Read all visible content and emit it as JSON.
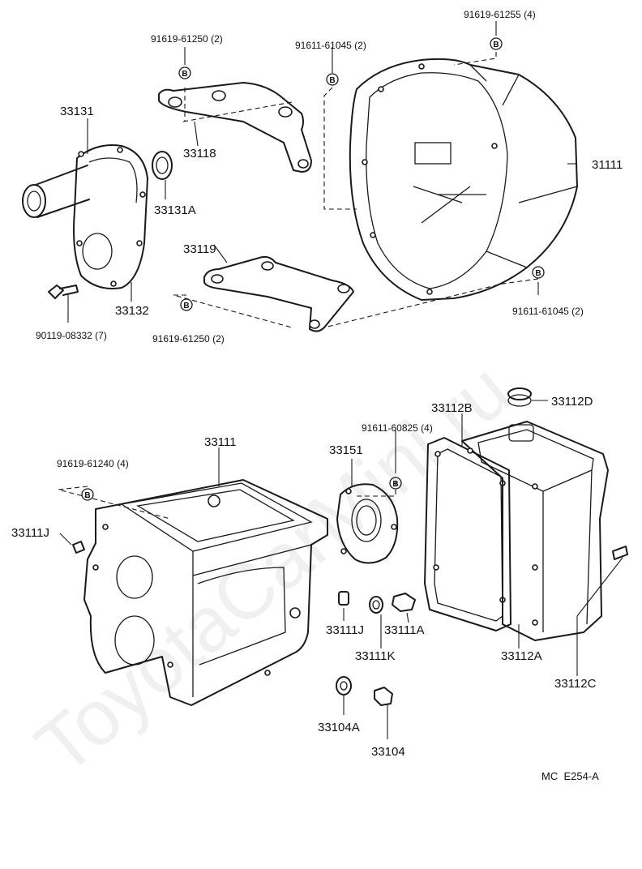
{
  "watermark": "ToyotaCarMini.ru",
  "ref_code": "MC  E254-A",
  "badge_letter": "B",
  "parts": {
    "p33131": "33131",
    "p33131A": "33131A",
    "p33132": "33132",
    "p33118": "33118",
    "p33119": "33119",
    "p31111": "31111",
    "p33111": "33111",
    "p33111J_left": "33111J",
    "p33151": "33151",
    "p33112B": "33112B",
    "p33112D": "33112D",
    "p33111J_mid": "33111J",
    "p33111A": "33111A",
    "p33111K": "33111K",
    "p33112A": "33112A",
    "p33112C": "33112C",
    "p33104A": "33104A",
    "p33104": "33104"
  },
  "fasteners": {
    "f1": "91619-61250 (2)",
    "f2": "91611-61045 (2)",
    "f3": "91619-61255 (4)",
    "f4": "91611-61045 (2)",
    "f5": "91619-61250 (2)",
    "f6": "90119-08332 (7)",
    "f7": "91619-61240 (4)",
    "f8": "91611-60825 (4)"
  }
}
